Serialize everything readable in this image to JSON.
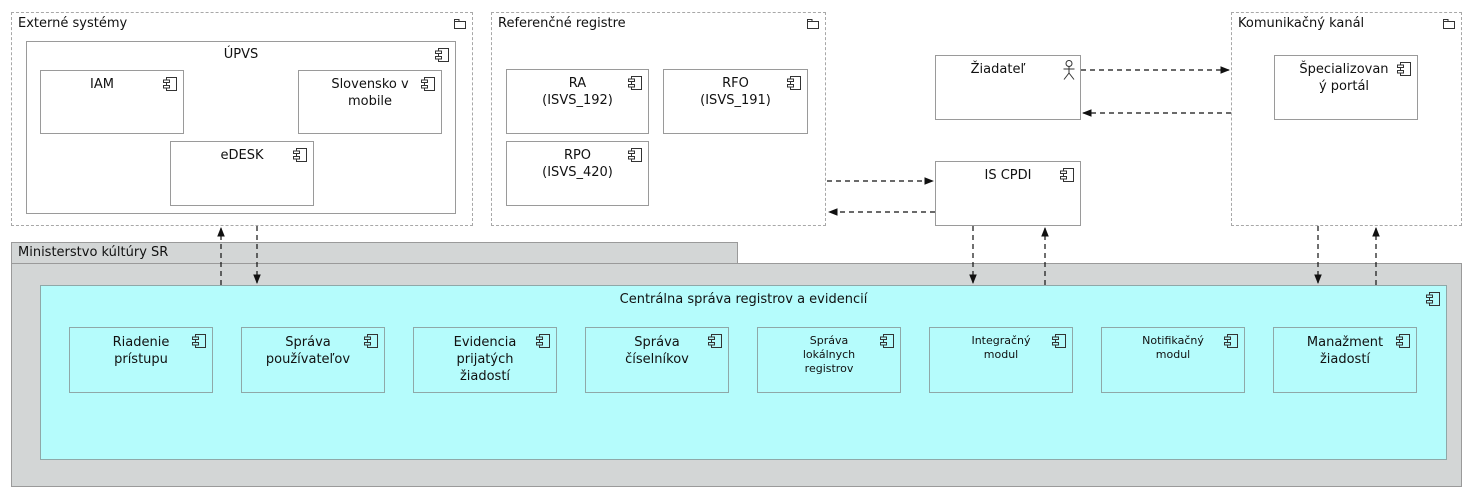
{
  "external": {
    "title": "Externé systémy",
    "upvs": {
      "title": "ÚPVS",
      "iam": "IAM",
      "slovensko": "Slovensko v\nmobile",
      "edesk": "eDESK"
    }
  },
  "registers": {
    "title": "Referenčné registre",
    "ra": "RA\n(ISVS_192)",
    "rfo": "RFO\n(ISVS_191)",
    "rpo": "RPO\n(ISVS_420)"
  },
  "applicant": "Žiadateľ",
  "iscpdi": "IS CPDI",
  "channel": {
    "title": "Komunikačný kanál",
    "portal": "Špecializovan\ný portál"
  },
  "ministry": {
    "title": "Ministerstvo kúltúry SR",
    "central": {
      "title": "Centrálna správa registrov a evidencií",
      "modules": [
        "Riadenie\nprístupu",
        "Správa\npoužívateľov",
        "Evidencia\nprijatých\nžiadostí",
        "Správa\nčíselníkov",
        "Správa\nlokálnych\nregistrov",
        "Integračný\nmodul",
        "Notifikačný\nmodul",
        "Manažment\nžiadostí"
      ]
    }
  }
}
